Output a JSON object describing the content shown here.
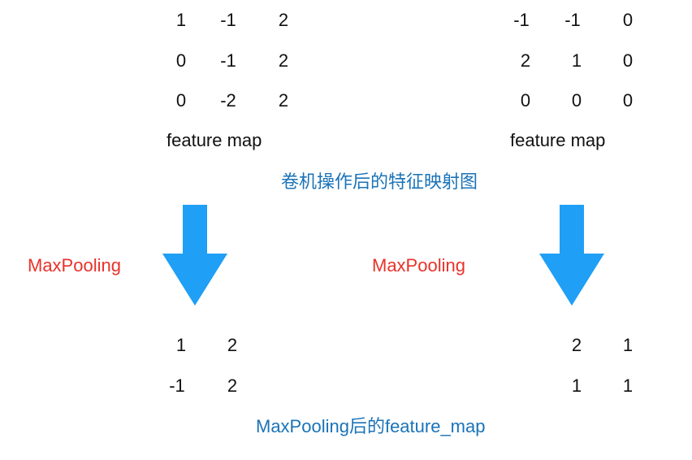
{
  "colors": {
    "arrow": "#1f9ff5",
    "caption": "#1a73b8",
    "pooling_label": "#e8322a",
    "text": "#111111"
  },
  "left_feature_map": {
    "rows": [
      [
        "1",
        "-1",
        "2"
      ],
      [
        "0",
        "-1",
        "2"
      ],
      [
        "0",
        "-2",
        "2"
      ]
    ],
    "label": "feature map"
  },
  "right_feature_map": {
    "rows": [
      [
        "-1",
        "-1",
        "0"
      ],
      [
        "2",
        "1",
        "0"
      ],
      [
        "0",
        "0",
        "0"
      ]
    ],
    "label": "feature map"
  },
  "conv_caption": "卷机操作后的特征映射图",
  "left_pool_label": "MaxPooling",
  "right_pool_label": "MaxPooling",
  "left_pooled": {
    "rows": [
      [
        "1",
        "2"
      ],
      [
        "-1",
        "2"
      ]
    ]
  },
  "right_pooled": {
    "rows": [
      [
        "2",
        "1"
      ],
      [
        "1",
        "1"
      ]
    ]
  },
  "pooled_caption": "MaxPooling后的feature_map"
}
